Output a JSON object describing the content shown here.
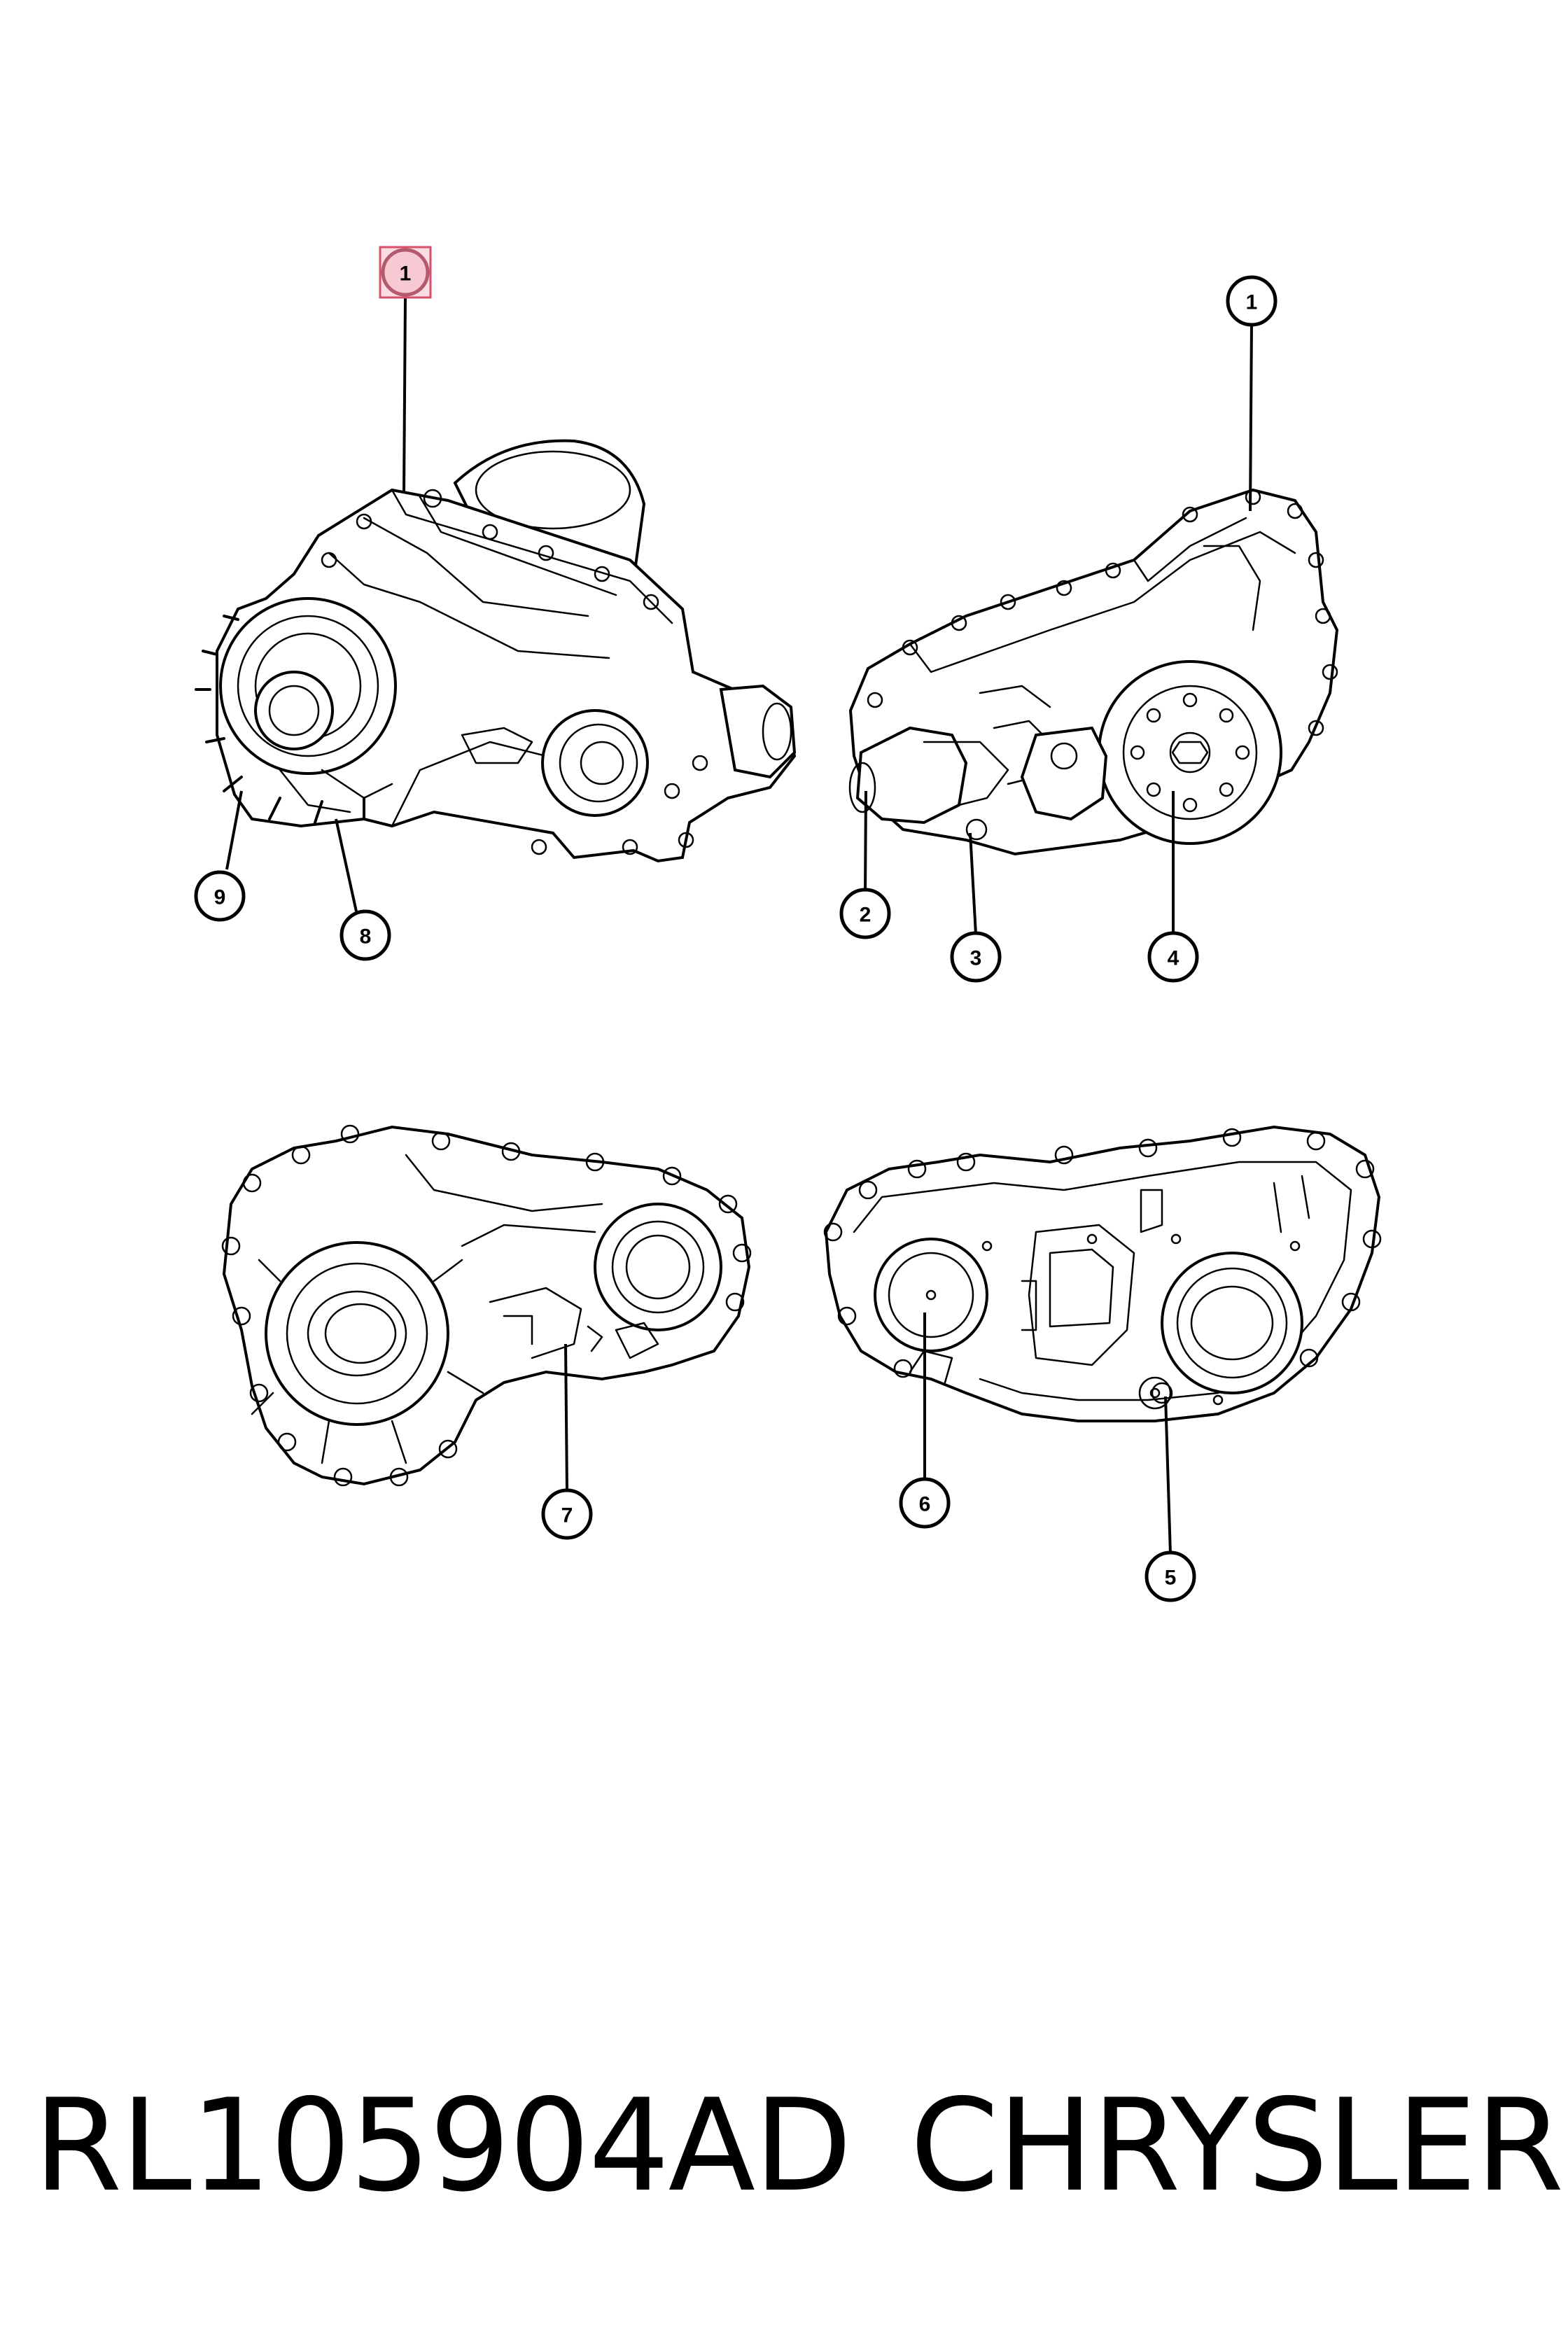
{
  "callouts": [
    {
      "id": "1",
      "highlighted": true
    },
    {
      "id": "1",
      "highlighted": false
    },
    {
      "id": "2",
      "highlighted": false
    },
    {
      "id": "3",
      "highlighted": false
    },
    {
      "id": "4",
      "highlighted": false
    },
    {
      "id": "5",
      "highlighted": false
    },
    {
      "id": "6",
      "highlighted": false
    },
    {
      "id": "7",
      "highlighted": false
    },
    {
      "id": "8",
      "highlighted": false
    },
    {
      "id": "9",
      "highlighted": false
    }
  ],
  "footer": {
    "part_number": "RL105904AD",
    "brand": "CHRYSLER"
  },
  "colors": {
    "line": "#000000",
    "background": "#ffffff",
    "highlight": "#f6c9d3"
  }
}
